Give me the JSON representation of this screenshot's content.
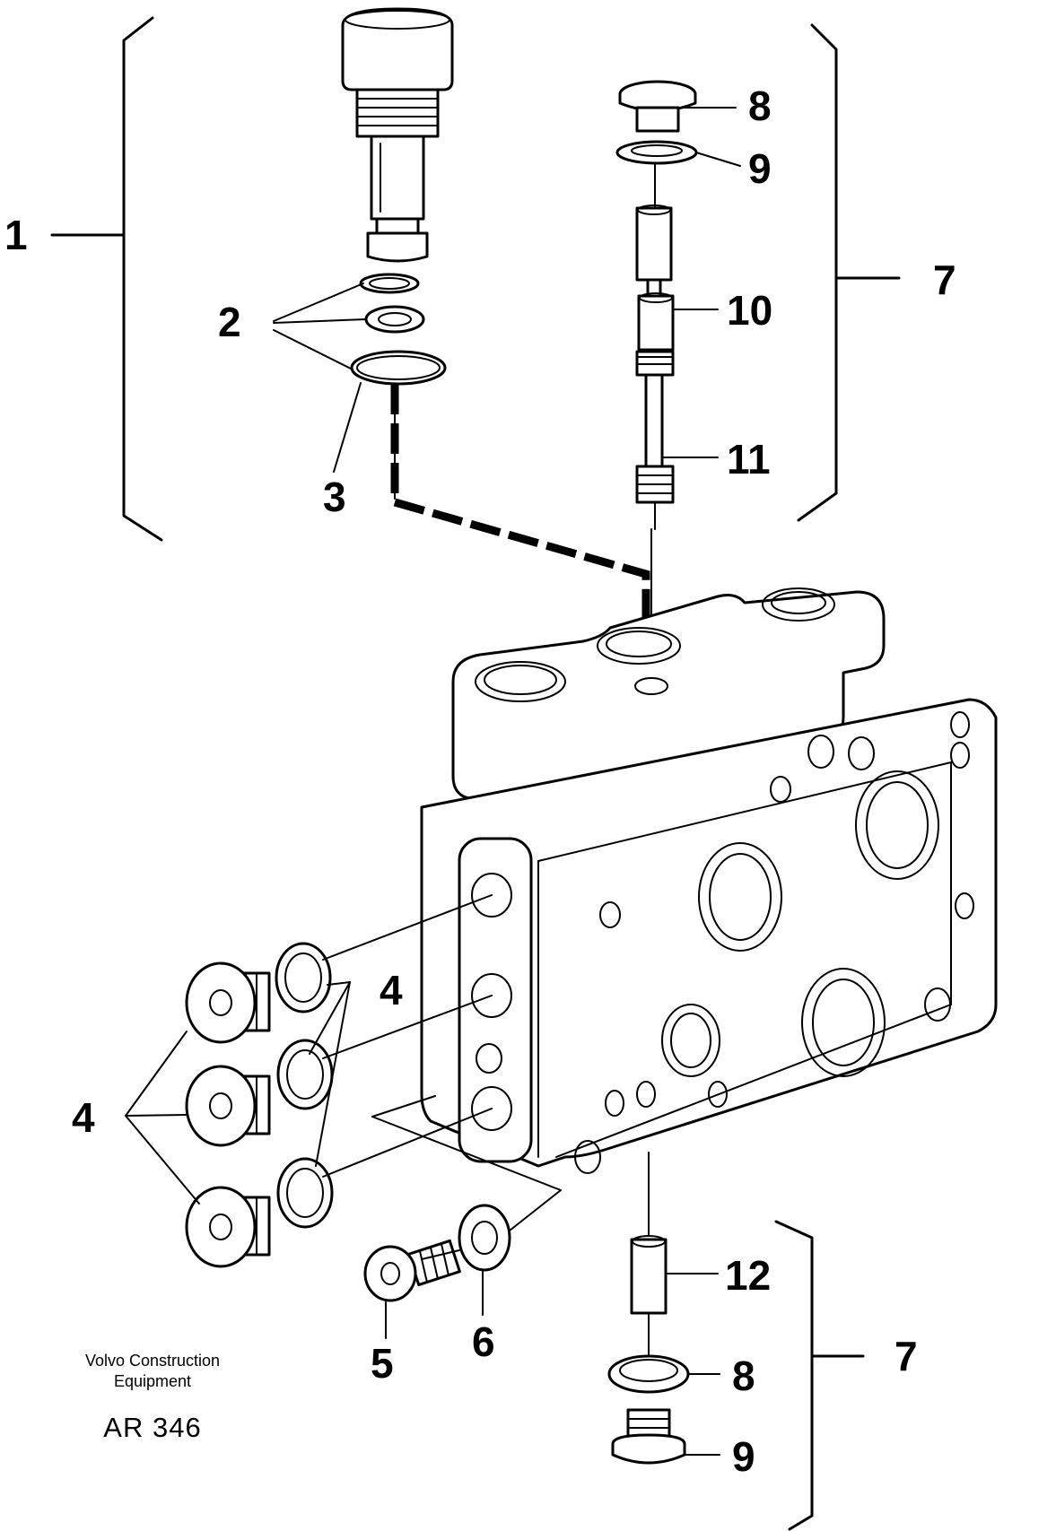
{
  "callouts": {
    "c1": "1",
    "c2": "2",
    "c3": "3",
    "c4_right": "4",
    "c4_left": "4",
    "c5": "5",
    "c6": "6",
    "c7_top": "7",
    "c7_bottom": "7",
    "c8_top": "8",
    "c8_bottom": "8",
    "c9_top": "9",
    "c9_bottom": "9",
    "c10": "10",
    "c11": "11",
    "c12": "12"
  },
  "footer": {
    "maker_line1": "Volvo Construction",
    "maker_line2": "Equipment",
    "drawing_code": "AR 346"
  }
}
